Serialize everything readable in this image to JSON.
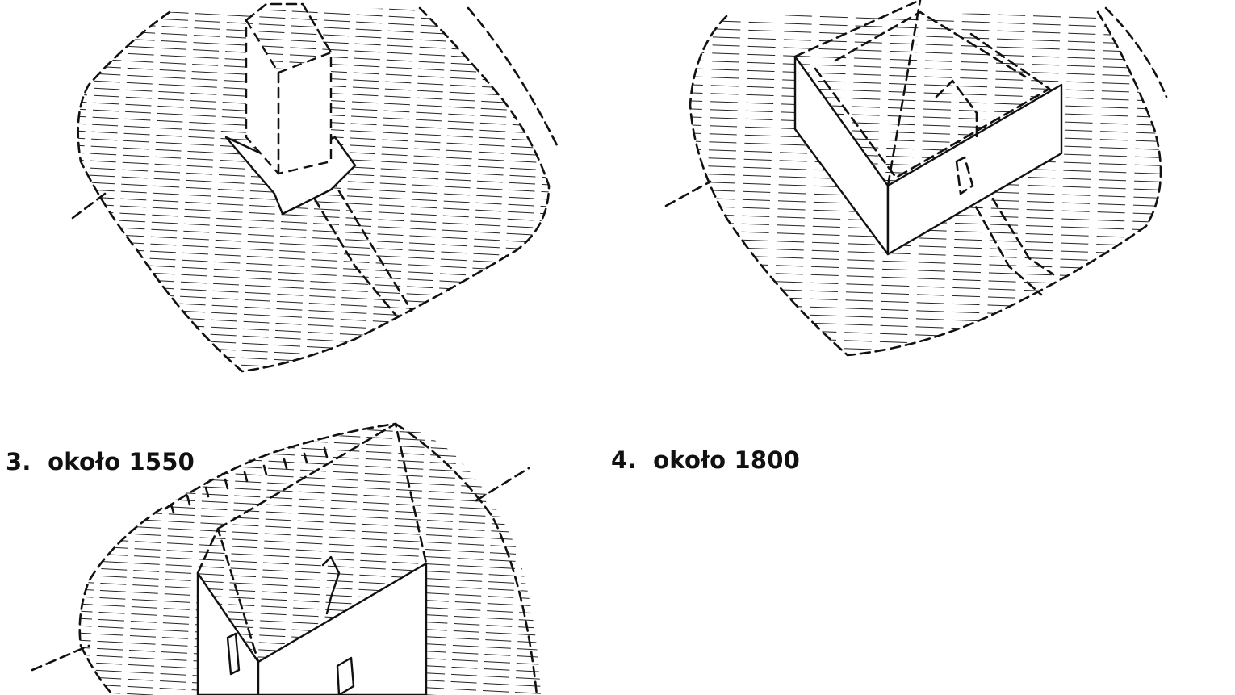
{
  "panels": [
    {
      "id": 1,
      "label": ""
    },
    {
      "id": 2,
      "label": ""
    },
    {
      "id": 3,
      "label": "3.  około 1550"
    },
    {
      "id": 4,
      "label": "4.  około 1800"
    }
  ],
  "colors": {
    "ink": "#111111",
    "paper": "#ffffff"
  }
}
